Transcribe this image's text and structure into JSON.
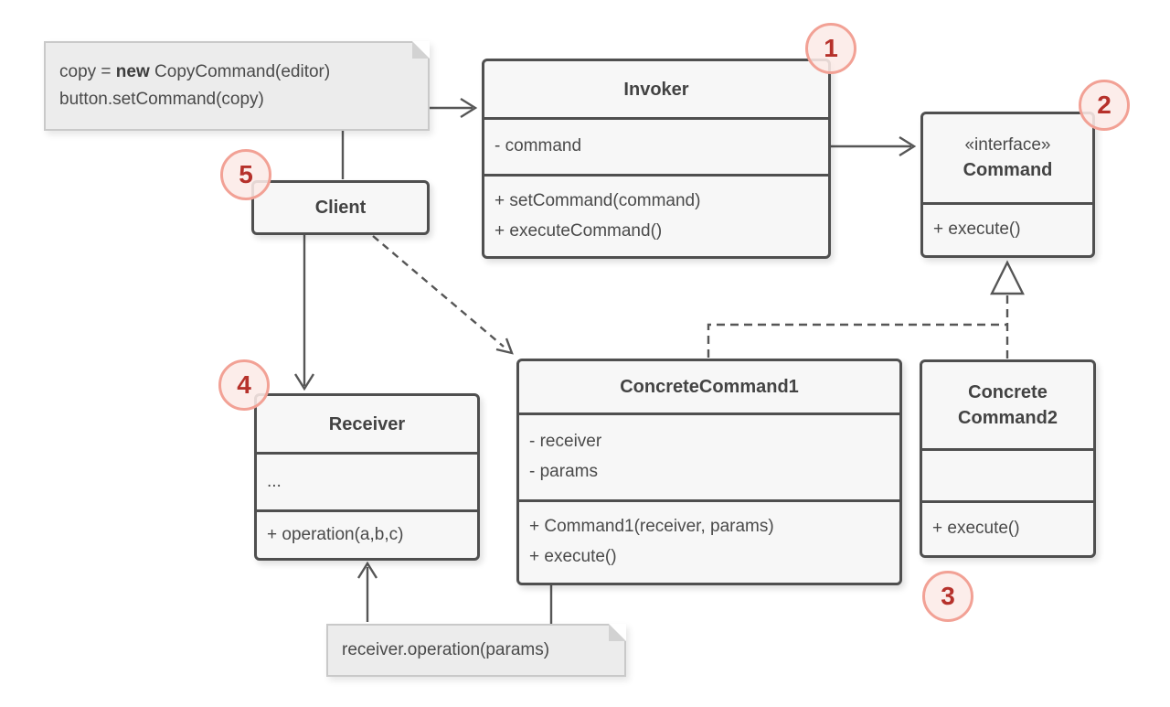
{
  "diagram": {
    "kind": "uml-class-diagram",
    "pattern": "Command"
  },
  "notes": {
    "client_note": {
      "line1_prefix": "copy = ",
      "line1_bold": "new",
      "line1_suffix": " CopyCommand(editor)",
      "line2": "button.setCommand(copy)"
    },
    "receiver_note": {
      "text": "receiver.operation(params)"
    }
  },
  "classes": {
    "invoker": {
      "name": "Invoker",
      "badge": "1",
      "fields": [
        "- command"
      ],
      "methods": [
        "+ setCommand(command)",
        "+ executeCommand()"
      ]
    },
    "command": {
      "stereotype": "«interface»",
      "name": "Command",
      "badge": "2",
      "methods": [
        "+ execute()"
      ]
    },
    "concrete_command1": {
      "name": "ConcreteCommand1",
      "fields": [
        "- receiver",
        "- params"
      ],
      "methods": [
        "+ Command1(receiver, params)",
        "+ execute()"
      ]
    },
    "concrete_command2": {
      "name_line1": "Concrete",
      "name_line2": "Command2",
      "badge": "3",
      "fields": [],
      "methods": [
        "+ execute()"
      ]
    },
    "client": {
      "name": "Client",
      "badge": "5"
    },
    "receiver": {
      "name": "Receiver",
      "badge": "4",
      "fields": [
        "..."
      ],
      "methods": [
        "+ operation(a,b,c)"
      ]
    }
  },
  "colors": {
    "box_fill": "#f7f7f7",
    "box_border": "#4f4f4f",
    "note_fill": "#ececec",
    "note_border": "#c9c9c9",
    "badge_fill": "#fcebe7",
    "badge_ring": "#f2a195",
    "badge_number": "#b6312b",
    "connector": "#565656",
    "text": "#4a4a4a"
  }
}
